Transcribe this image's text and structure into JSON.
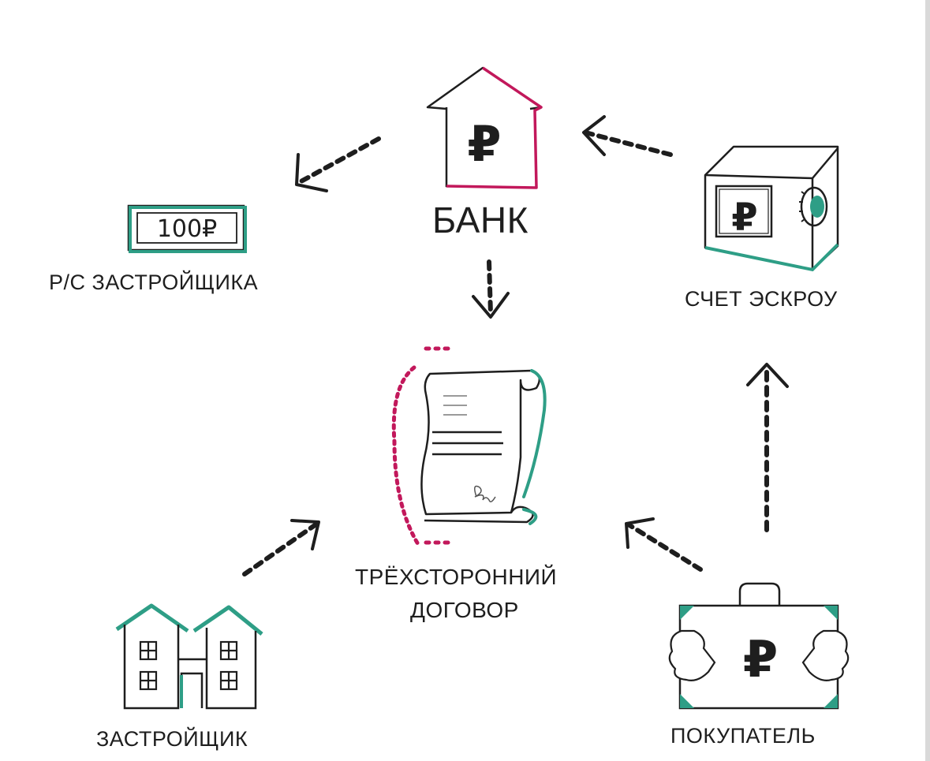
{
  "colors": {
    "ink": "#1e1e1e",
    "accent_pink": "#c2185b",
    "accent_teal": "#2e9e86",
    "background": "#ffffff"
  },
  "nodes": {
    "bank": {
      "label": "БАНК",
      "icon": "bank-house-ruble-icon",
      "glyph": "₽"
    },
    "developer_account": {
      "label": "Р/С ЗАСТРОЙЩИКА",
      "icon": "banknote-icon",
      "banknote_text": "100₽"
    },
    "escrow": {
      "label": "СЧЕТ ЭСКРОУ",
      "icon": "safe-icon",
      "glyph": "₽"
    },
    "contract": {
      "label_line1": "ТРЁХСТОРОННИЙ",
      "label_line2": "ДОГОВОР",
      "icon": "scroll-contract-icon"
    },
    "developer": {
      "label": "ЗАСТРОЙЩИК",
      "icon": "houses-icon"
    },
    "buyer": {
      "label": "ПОКУПАТЕЛЬ",
      "icon": "suitcase-ruble-icon",
      "glyph": "₽"
    }
  },
  "edges": [
    {
      "from": "bank",
      "to": "developer_account"
    },
    {
      "from": "escrow",
      "to": "bank"
    },
    {
      "from": "bank",
      "to": "contract"
    },
    {
      "from": "buyer",
      "to": "escrow"
    },
    {
      "from": "developer",
      "to": "contract"
    },
    {
      "from": "buyer",
      "to": "contract"
    }
  ]
}
